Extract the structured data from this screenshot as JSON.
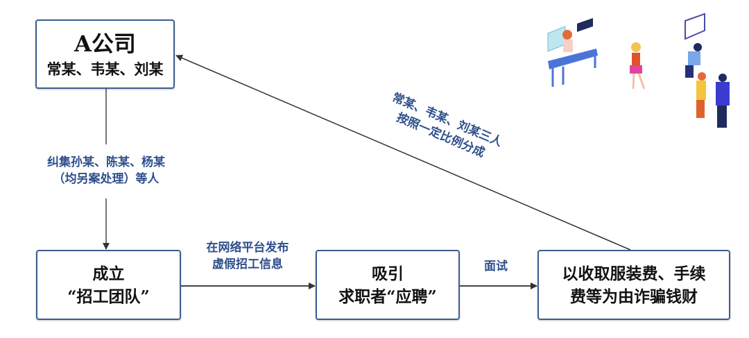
{
  "company_box": {
    "title": "A公司",
    "members": "常某、韦某、刘某"
  },
  "edge_gather": {
    "line1": "纠集孙某、陈某、杨某",
    "line2": "（均另案处理）等人"
  },
  "team_box": {
    "line1": "成立",
    "line2": "“招工团队”"
  },
  "edge_post": {
    "line1": "在网络平台发布",
    "line2": "虚假招工信息"
  },
  "attract_box": {
    "line1": "吸引",
    "line2": "求职者“应聘”"
  },
  "edge_interview": {
    "label": "面试"
  },
  "fraud_box": {
    "line1": "以收取服装费、手续",
    "line2": "费等为由诈骗钱财"
  },
  "edge_share": {
    "line1": "常某、韦某、刘某三人",
    "line2": "按照一定比例分成"
  },
  "colors": {
    "border": "#3d5d8f",
    "label": "#2e4f8c",
    "arrow": "#333333"
  }
}
